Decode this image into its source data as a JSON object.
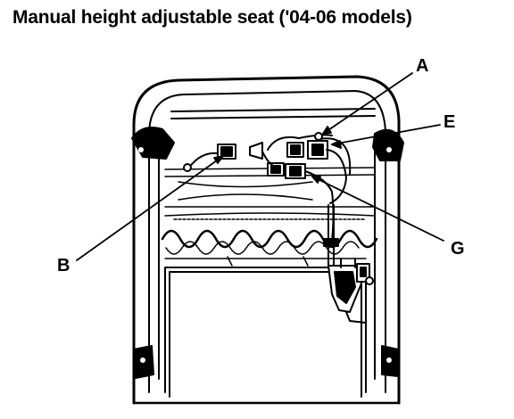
{
  "title": "Manual height adjustable seat ('04-06 models)",
  "callouts": {
    "a": "A",
    "b": "B",
    "e": "E",
    "g": "G"
  },
  "colors": {
    "ink": "#000000",
    "paper": "#ffffff"
  }
}
